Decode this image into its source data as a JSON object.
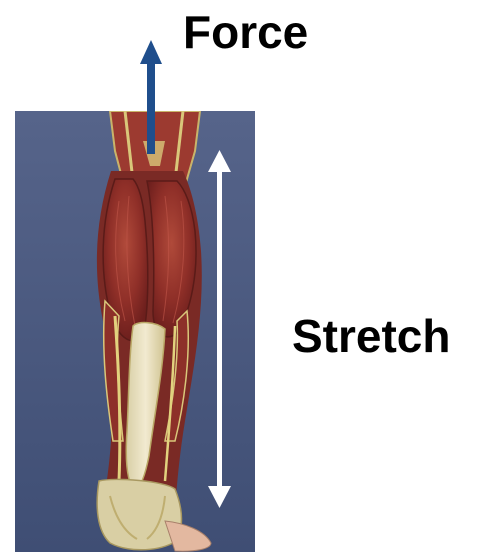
{
  "labels": {
    "force": "Force",
    "stretch": "Stretch"
  },
  "illustration": {
    "subject": "calf-muscle-anatomy",
    "background_color": "#4a5a7e"
  },
  "arrows": {
    "force_arrow_color": "#1f4e8c",
    "stretch_arrow_color": "#ffffff"
  }
}
